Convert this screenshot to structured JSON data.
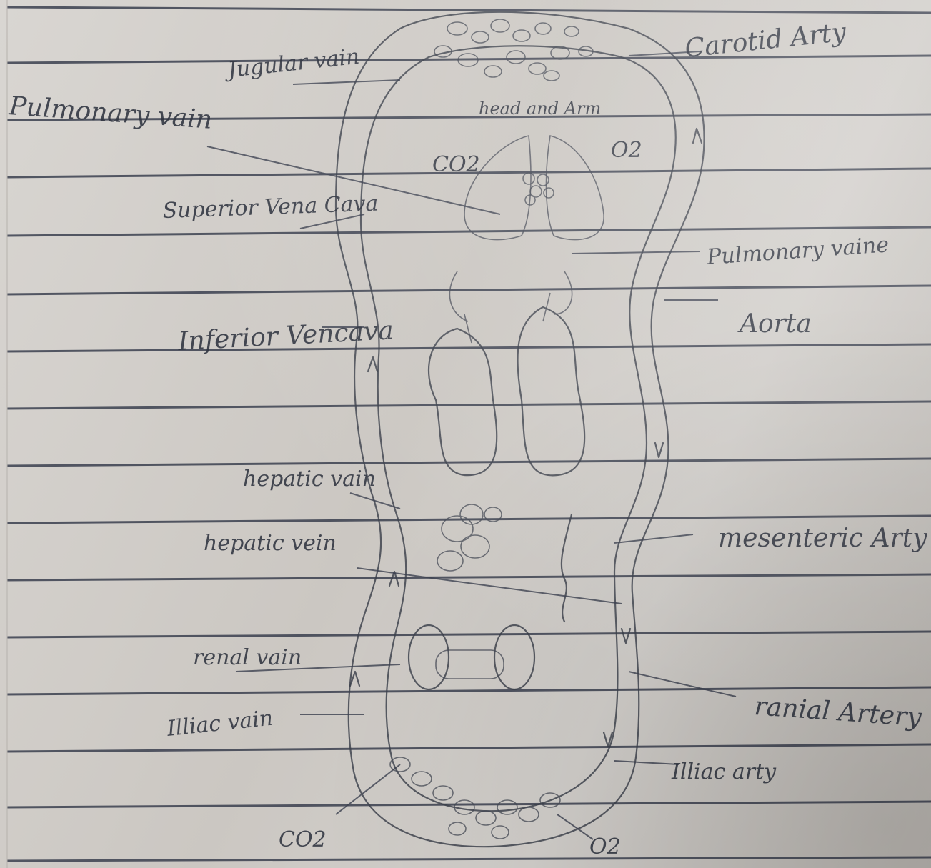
{
  "labels": {
    "jugular_vein": "Jugular vain",
    "carotid_artery": "Carotid Arty",
    "pulmonary_vein_left": "Pulmonary vain",
    "head_and_arm": "head and Arm",
    "co2": "CO2",
    "o2_top": "O2",
    "superior_vena_cava": "Superior Vena Cava",
    "pulmonary_vein_right": "Pulmonary vaine",
    "inferior_vena_cava": "Inferior Vencava",
    "aorta": "Aorta",
    "hepatic_vein": "hepatic vain",
    "hepatic_vein_2": "hepatic vein",
    "mesenteric_artery": "mesenteric Arty",
    "renal_vein": "renal vain",
    "renal_artery": "ranial Artery",
    "illiac_vein": "Illiac vain",
    "illiac_artery": "Illiac arty",
    "co2_bottom": "CO2",
    "o2_bottom": "O2"
  }
}
